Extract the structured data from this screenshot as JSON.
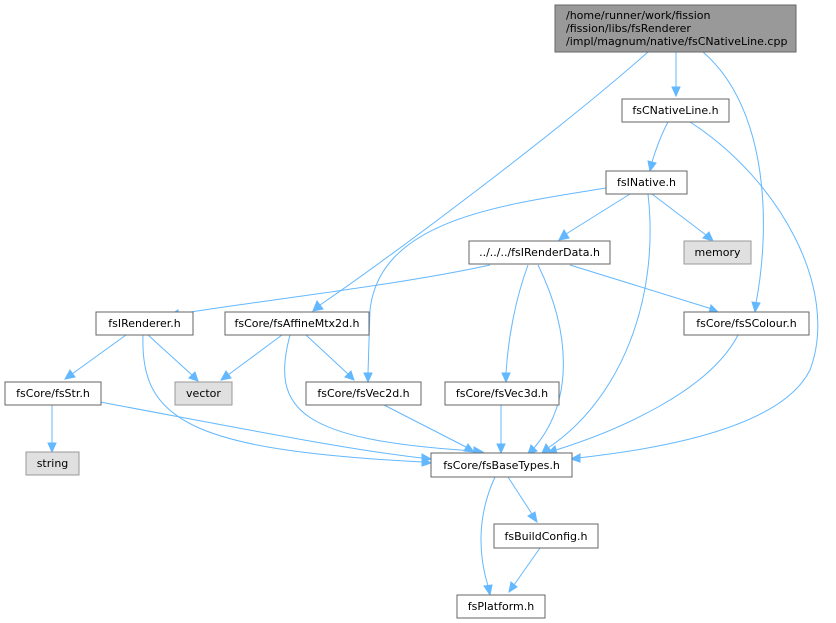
{
  "graph": {
    "nodes": {
      "root": [
        "/home/runner/work/fission",
        "/fission/libs/fsRenderer",
        "/impl/magnum/native/fsCNativeLine.cpp"
      ],
      "fsCNativeLine": "fsCNativeLine.h",
      "fsINative": "fsINative.h",
      "memory": "memory",
      "fsIRenderData": "../../../fsIRenderData.h",
      "fsIRenderer": "fsIRenderer.h",
      "fsAffineMtx2d": "fsCore/fsAffineMtx2d.h",
      "fsSColour": "fsCore/fsSColour.h",
      "fsStr": "fsCore/fsStr.h",
      "vector": "vector",
      "fsVec2d": "fsCore/fsVec2d.h",
      "fsVec3d": "fsCore/fsVec3d.h",
      "string": "string",
      "fsBaseTypes": "fsCore/fsBaseTypes.h",
      "fsBuildConfig": "fsBuildConfig.h",
      "fsPlatform": "fsPlatform.h"
    },
    "colors": {
      "edge": "#63b8ff",
      "root_fill": "#999999",
      "system_fill": "#e0e0e0",
      "node_border": "#666666"
    }
  }
}
